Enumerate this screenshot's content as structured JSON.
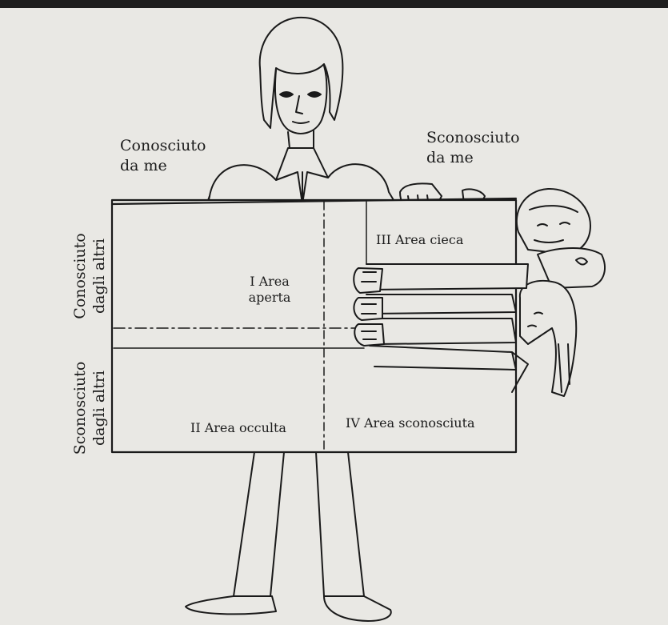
{
  "top_left": {
    "line1": "Conosciuto",
    "line2": "da me"
  },
  "top_right": {
    "line1": "Sconosciuto",
    "line2": "da me"
  },
  "left_top": {
    "line1": "Conosciuto",
    "line2": "dagli altri"
  },
  "left_bottom": {
    "line1": "Sconosciuto",
    "line2": "dagli altri"
  },
  "areas": {
    "open": {
      "line1": "I Area",
      "line2": "aperta"
    },
    "blind": "III Area cieca",
    "hidden": "II Area occulta",
    "unknown": "IV Area sconosciuta"
  }
}
